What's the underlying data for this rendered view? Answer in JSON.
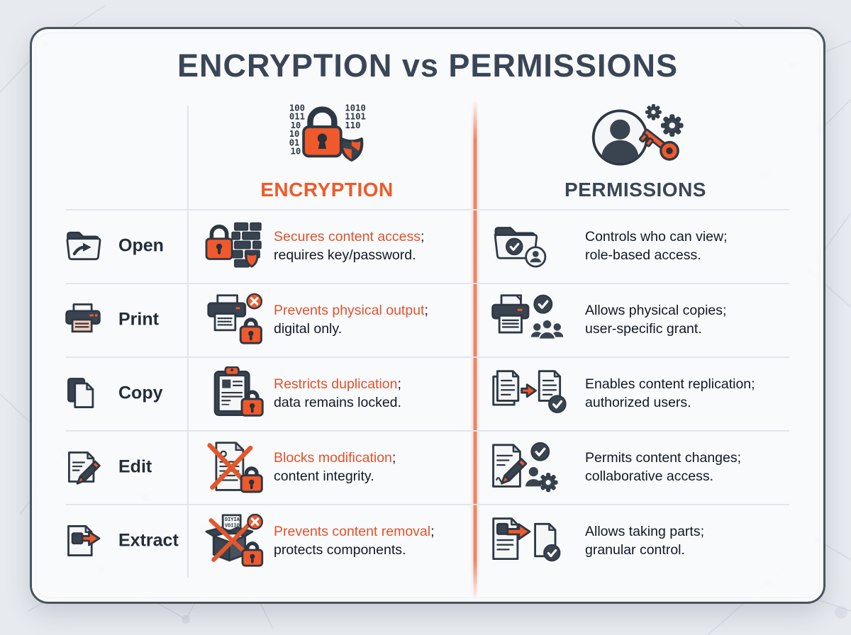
{
  "title": "ENCRYPTION vs PERMISSIONS",
  "semicolon": ";",
  "encryption_column": {
    "label": "ENCRYPTION",
    "icon": "encryption-lock-shield-icon",
    "binary_left": [
      "100",
      "011",
      "10",
      "10",
      "01",
      "10"
    ],
    "binary_right": [
      "1010",
      "1101",
      "110"
    ]
  },
  "permissions_column": {
    "label": "PERMISSIONS",
    "icon": "permissions-user-gears-key-icon"
  },
  "rows": [
    {
      "feature": "Open",
      "feature_icon": "open-folder-icon",
      "enc_icon": "lock-firewall-shield-icon",
      "enc_highlight": "Secures content access",
      "enc_rest": "requires key/password.",
      "perm_icon": "folder-check-user-icon",
      "perm_line1": "Controls who can view;",
      "perm_line2": "role-based access."
    },
    {
      "feature": "Print",
      "feature_icon": "printer-icon",
      "enc_icon": "printer-blocked-lock-icon",
      "enc_highlight": "Prevents physical output",
      "enc_rest": "digital only.",
      "perm_icon": "printer-check-group-icon",
      "perm_line1": "Allows physical copies;",
      "perm_line2": "user-specific grant."
    },
    {
      "feature": "Copy",
      "feature_icon": "copy-documents-icon",
      "enc_icon": "clipboard-lock-icon",
      "enc_highlight": "Restricts duplication",
      "enc_rest": "data remains locked.",
      "perm_icon": "document-replicate-check-icon",
      "perm_line1": "Enables content replication;",
      "perm_line2": "authorized users."
    },
    {
      "feature": "Edit",
      "feature_icon": "edit-document-icon",
      "enc_icon": "document-crossed-lock-icon",
      "enc_highlight": "Blocks modification",
      "enc_rest": "content integrity.",
      "perm_icon": "document-edit-check-user-gear-icon",
      "perm_line1": "Permits content changes;",
      "perm_line2": "collaborative access."
    },
    {
      "feature": "Extract",
      "feature_icon": "extract-document-icon",
      "enc_icon": "box-crossed-cipher-lock-icon",
      "enc_highlight": "Prevents content removal",
      "enc_rest": "protects components.",
      "enc_cipher": [
        "DIYIA",
        "VOIIO"
      ],
      "perm_icon": "document-extract-check-icon",
      "perm_line1": "Allows taking parts;",
      "perm_line2": "granular control."
    }
  ],
  "colors": {
    "accent_orange": "#f0592b",
    "orange_text": "#e2512a",
    "dark_slate": "#3a4450",
    "title_color": "#3a4657",
    "text_color": "#111925",
    "card_bg": "#fafbfd",
    "page_bg": "#e7eaef",
    "divider": "#e2e6ec"
  }
}
